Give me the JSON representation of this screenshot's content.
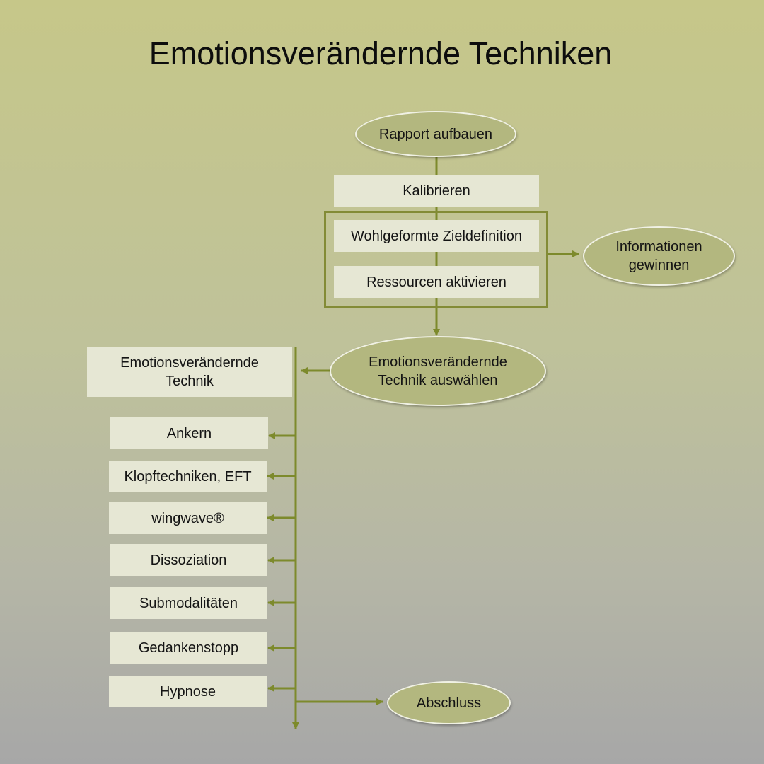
{
  "title": "Emotionsverändernde Techniken",
  "colors": {
    "background_top": "#c6c789",
    "background_bottom": "#a7a7a7",
    "connector": "#7d8a2c",
    "box_fill": "#e6e7d4",
    "oval_fill": "#b3b77f",
    "group_frame": "#838b36"
  },
  "flow": {
    "rapport": "Rapport aufbauen",
    "kalibrieren": "Kalibrieren",
    "zieldefinition": "Wohlgeformte Zieldefinition",
    "ressourcen": "Ressourcen aktivieren",
    "informationen": [
      "Informationen",
      "gewinnen"
    ],
    "auswahl": [
      "Emotionsverändernde",
      "Technik auswählen"
    ],
    "technik_header": [
      "Emotionsverändernde",
      "Technik"
    ],
    "abschluss": "Abschluss"
  },
  "techniques": [
    "Ankern",
    "Klopftechniken, EFT",
    "wingwave®",
    "Dissoziation",
    "Submodalitäten",
    "Gedankenstopp",
    "Hypnose"
  ]
}
